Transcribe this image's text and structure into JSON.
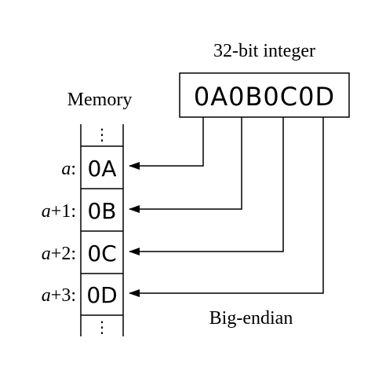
{
  "title": "32-bit integer",
  "integer_value": "0A0B0C0D",
  "memory_label": "Memory",
  "ellipsis": "⋮",
  "caption": "Big-endian",
  "rows": [
    {
      "address": "a:",
      "address_var": "a",
      "address_rest": ":",
      "byte": "0A"
    },
    {
      "address": "a+1:",
      "address_var": "a",
      "address_rest": "+1:",
      "byte": "0B"
    },
    {
      "address": "a+2:",
      "address_var": "a",
      "address_rest": "+2:",
      "byte": "0C"
    },
    {
      "address": "a+3:",
      "address_var": "a",
      "address_rest": "+3:",
      "byte": "0D"
    }
  ]
}
